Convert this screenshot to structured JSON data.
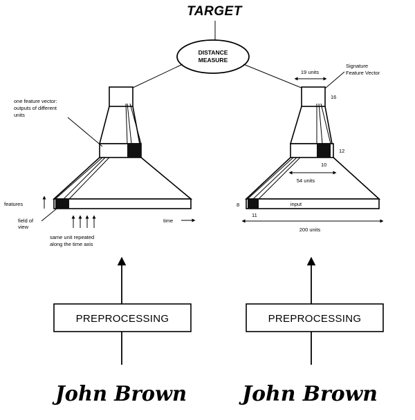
{
  "target": "TARGET",
  "distance_measure": [
    "DISTANCE",
    "MEASURE"
  ],
  "left": {
    "annotation_feature_vector": [
      "one feature vector:",
      "outputs of different",
      "units"
    ],
    "features": "features",
    "field_of_view": [
      "field of",
      "view"
    ],
    "same_unit": [
      "same unit repeated",
      "along the time axis"
    ],
    "time": "time",
    "preprocessing": "PREPROCESSING",
    "signature": "John Brown"
  },
  "right": {
    "units_19": "19 units",
    "signature_feature_vector": [
      "Signature",
      "Feature Vector"
    ],
    "num_16": "16",
    "num_12": "12",
    "num_10": "10",
    "units_54": "54 units",
    "num_8": "8",
    "input": "input",
    "num_11": "11",
    "units_200": "200 units",
    "preprocessing": "PREPROCESSING",
    "signature": "John Brown"
  }
}
